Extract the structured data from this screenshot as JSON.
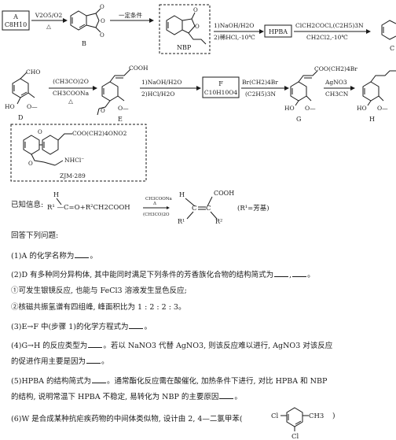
{
  "scheme": {
    "row1": {
      "compound_a_label": "A",
      "compound_a_formula": "C8H10",
      "reagent_1": "V2O5/O2",
      "cond_1": "△",
      "label_b": "B",
      "reagent_2": "一定条件",
      "label_nbp": "NBP",
      "reagent_3a": "1)NaOH/H2O",
      "reagent_3b": "2)稀HCl,-10℃",
      "label_hpba": "HPBA",
      "reagent_4a": "ClCH2COCl,(C2H5)3N",
      "reagent_4b": "CH2Cl2,-10℃",
      "label_c_partial": "C"
    },
    "row2": {
      "group_cho": "CHO",
      "group_ho": "HO",
      "group_ome": "O—",
      "label_d": "D",
      "reagent_5a": "(CH3CO)2O",
      "reagent_5b": "CH3COONa",
      "cond_5": "△",
      "group_cooh": "COOH",
      "label_e": "E",
      "reagent_6a": "1)NaOH/H2O",
      "reagent_6b": "2)HCl/H2O",
      "label_f": "F",
      "formula_f": "C10H10O4",
      "reagent_7a": "Br(CH2)4Br",
      "reagent_7b": "(C2H5)3N",
      "group_ester_br": "COO(CH2)4Br",
      "label_g": "G",
      "reagent_8a": "AgNO3",
      "reagent_8b": "CH3CN",
      "label_h": "H"
    },
    "zjm": {
      "group": "COO(CH2)4ONO2",
      "salt": "NHCl⁻",
      "label": "ZJM-289"
    },
    "known": {
      "prefix": "已知信息:",
      "reactant": "R¹  —C=O+R²CH2COOH",
      "h_atom": "H",
      "cat_top": "CH3COONa",
      "cat_top2": "Δ",
      "cat_bottom": "(CH3CO)2O",
      "product_h": "H",
      "product_cooh": "COOH",
      "product_r1": "R¹",
      "product_r2": "R²",
      "note": "(R¹=芳基)"
    }
  },
  "questions": {
    "intro": "回答下列问题:",
    "q1": "(1)A 的化学名称为",
    "q2": "(2)D 有多种同分异构体, 其中能同时满足下列条件的芳香族化合物的结构简式为",
    "q2_c1": "①可发生银镜反应, 也能与 FeCl3 溶液发生显色反应;",
    "q2_c2": "②核磁共振氢谱有四组峰, 峰面积比为 1 : 2 : 2 : 3。",
    "q3": "(3)E→F 中(步骤 1)的化学方程式为",
    "q4a": "(4)G→H 的反应类型为",
    "q4b": "。若以 NaNO3 代替 AgNO3, 则该反应难以进行, AgNO3 对该反应",
    "q4c": "的促进作用主要是因为",
    "q5a": "(5)HPBA 的结构简式为",
    "q5b": "。通常酯化反应需在酸催化, 加热条件下进行, 对比 HPBA 和 NBP",
    "q5c": "的结构, 说明常温下 HPBA 不稳定, 易转化为 NBP 的主要原因",
    "q6": "(6)W 是合成某种抗疟疾药物的中间体类似物, 设计由 2, 4—二氯甲苯(",
    "q6_cl1": "Cl",
    "q6_ch3": "CH3",
    "q6_cl2": "Cl",
    "q6_end": ")"
  }
}
